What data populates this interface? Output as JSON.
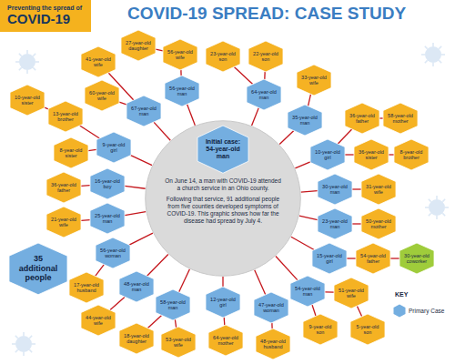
{
  "diagram": {
    "title": "COVID-19 SPREAD: CASE STUDY",
    "nodes": [
      {
        "text": [
          "Preventing the spread of",
          "COVID-19"
        ]
      },
      {
        "text": [
          "On June 14, a man with COVID-19 attended a church service in an Ohio county.",
          "Following that service, 91 additional people from five counties developed symptoms of COVID-19. This graphic shows how far the disease had spread by July 4."
        ]
      },
      {
        "text": [
          "Initial case: 54-year-old man"
        ],
        "in": 1
      },
      {
        "text": [
          "67-year-old man"
        ]
      },
      {
        "text": [
          "60-year-old wife"
        ]
      },
      {
        "text": [
          "41-year-old wife"
        ]
      },
      {
        "text": [
          "56-year-old man"
        ]
      },
      {
        "text": [
          "56-year-old wife"
        ]
      },
      {
        "text": [
          "27-year-old daughter"
        ]
      },
      {
        "text": [
          "64-year-old man"
        ]
      },
      {
        "text": [
          "23-year-old son"
        ]
      },
      {
        "text": [
          "22-year-old son"
        ]
      },
      {
        "text": [
          "35-year-old man"
        ]
      },
      {
        "text": [
          "33-year-old wife"
        ]
      },
      {
        "text": [
          "10-year-old girl"
        ]
      },
      {
        "text": [
          "36-year-old father"
        ]
      },
      {
        "text": [
          "58-year-old mother"
        ]
      },
      {
        "text": [
          "36-year-old sister"
        ]
      },
      {
        "text": [
          "8-year-old brother"
        ]
      },
      {
        "text": [
          "30-year-old man"
        ]
      },
      {
        "text": [
          "31-year-old wife"
        ]
      },
      {
        "text": [
          "23-year-old man"
        ]
      },
      {
        "text": [
          "50-year-old mother"
        ]
      },
      {
        "text": [
          "15-year-old girl"
        ]
      },
      {
        "text": [
          "54-year-old father"
        ]
      },
      {
        "text": [
          "30-year-old coworker"
        ]
      },
      {
        "text": [
          "54-year-old man"
        ]
      },
      {
        "text": [
          "51-year-old wife"
        ]
      },
      {
        "text": [
          "9-year-old son"
        ]
      },
      {
        "text": [
          "5-year-old son"
        ]
      },
      {
        "text": [
          "47-year-old woman"
        ]
      },
      {
        "text": [
          "48-year-old husband"
        ]
      },
      {
        "text": [
          "12-year-old girl"
        ]
      },
      {
        "text": [
          "64-year-old mother"
        ]
      },
      {
        "text": [
          "58-year-old man"
        ]
      },
      {
        "text": [
          "53-year-old wife"
        ]
      },
      {
        "text": [
          "18-year-old daughter"
        ]
      },
      {
        "text": [
          "48-year-old man"
        ]
      },
      {
        "text": [
          "44-year-old wife"
        ]
      },
      {
        "text": [
          "56-year-old woman"
        ]
      },
      {
        "text": [
          "17-year-old husband"
        ]
      },
      {
        "text": [
          "35 additional people"
        ]
      },
      {
        "text": [
          "25-year-old man"
        ]
      },
      {
        "text": [
          "21-year-old wife"
        ]
      },
      {
        "text": [
          "16-year-old boy"
        ]
      },
      {
        "text": [
          "36-year-old father"
        ]
      },
      {
        "text": [
          "9-year-old girl"
        ]
      },
      {
        "text": [
          "8-year-old sister"
        ]
      },
      {
        "text": [
          "13-year-old brother"
        ]
      },
      {
        "text": [
          "10-year-old sister"
        ]
      }
    ],
    "edges": [
      {
        "from": 1,
        "to": 3,
        "arrow": "none"
      },
      {
        "from": 1,
        "to": 6,
        "arrow": "none"
      },
      {
        "from": 1,
        "to": 9,
        "arrow": "none"
      },
      {
        "from": 1,
        "to": 12,
        "arrow": "none"
      },
      {
        "from": 1,
        "to": 14,
        "arrow": "none"
      },
      {
        "from": 1,
        "to": 19,
        "arrow": "none"
      },
      {
        "from": 1,
        "to": 21,
        "arrow": "none"
      },
      {
        "from": 1,
        "to": 23,
        "arrow": "none"
      },
      {
        "from": 1,
        "to": 26,
        "arrow": "none"
      },
      {
        "from": 1,
        "to": 30,
        "arrow": "none"
      },
      {
        "from": 1,
        "to": 32,
        "arrow": "none"
      },
      {
        "from": 1,
        "to": 34,
        "arrow": "none"
      },
      {
        "from": 1,
        "to": 37,
        "arrow": "none"
      },
      {
        "from": 1,
        "to": 39,
        "arrow": "none"
      },
      {
        "from": 1,
        "to": 42,
        "arrow": "none"
      },
      {
        "from": 1,
        "to": 44,
        "arrow": "none"
      },
      {
        "from": 1,
        "to": 46,
        "arrow": "none"
      },
      {
        "from": 3,
        "to": 4,
        "arrow": "none"
      },
      {
        "from": 3,
        "to": 5,
        "arrow": "none"
      },
      {
        "from": 6,
        "to": 7,
        "arrow": "none"
      },
      {
        "from": 7,
        "to": 8,
        "arrow": "none"
      },
      {
        "from": 9,
        "to": 10,
        "arrow": "none"
      },
      {
        "from": 9,
        "to": 11,
        "arrow": "none"
      },
      {
        "from": 12,
        "to": 13,
        "arrow": "none"
      },
      {
        "from": 14,
        "to": 15,
        "arrow": "none"
      },
      {
        "from": 15,
        "to": 16,
        "arrow": "none"
      },
      {
        "from": 14,
        "to": 17,
        "arrow": "none"
      },
      {
        "from": 17,
        "to": 18,
        "arrow": "none"
      },
      {
        "from": 19,
        "to": 20,
        "arrow": "none"
      },
      {
        "from": 21,
        "to": 22,
        "arrow": "none"
      },
      {
        "from": 23,
        "to": 24,
        "arrow": "none"
      },
      {
        "from": 24,
        "to": 25,
        "arrow": "none"
      },
      {
        "from": 26,
        "to": 27,
        "arrow": "none"
      },
      {
        "from": 26,
        "to": 28,
        "arrow": "none"
      },
      {
        "from": 27,
        "to": 29,
        "arrow": "none"
      },
      {
        "from": 30,
        "to": 31,
        "arrow": "none"
      },
      {
        "from": 32,
        "to": 33,
        "arrow": "none"
      },
      {
        "from": 34,
        "to": 35,
        "arrow": "none"
      },
      {
        "from": 34,
        "to": 36,
        "arrow": "none"
      },
      {
        "from": 37,
        "to": 38,
        "arrow": "none"
      },
      {
        "from": 39,
        "to": 40,
        "arrow": "none"
      },
      {
        "from": 42,
        "to": 43,
        "arrow": "none"
      },
      {
        "from": 44,
        "to": 45,
        "arrow": "none"
      },
      {
        "from": 46,
        "to": 47,
        "arrow": "none"
      },
      {
        "from": 46,
        "to": 48,
        "arrow": "none"
      },
      {
        "from": 48,
        "to": 49,
        "arrow": "none"
      }
    ],
    "labels": [
      "KEY"
    ],
    "legend": [
      {
        "text": "Primary Case",
        "color": "#74aee0"
      }
    ]
  }
}
